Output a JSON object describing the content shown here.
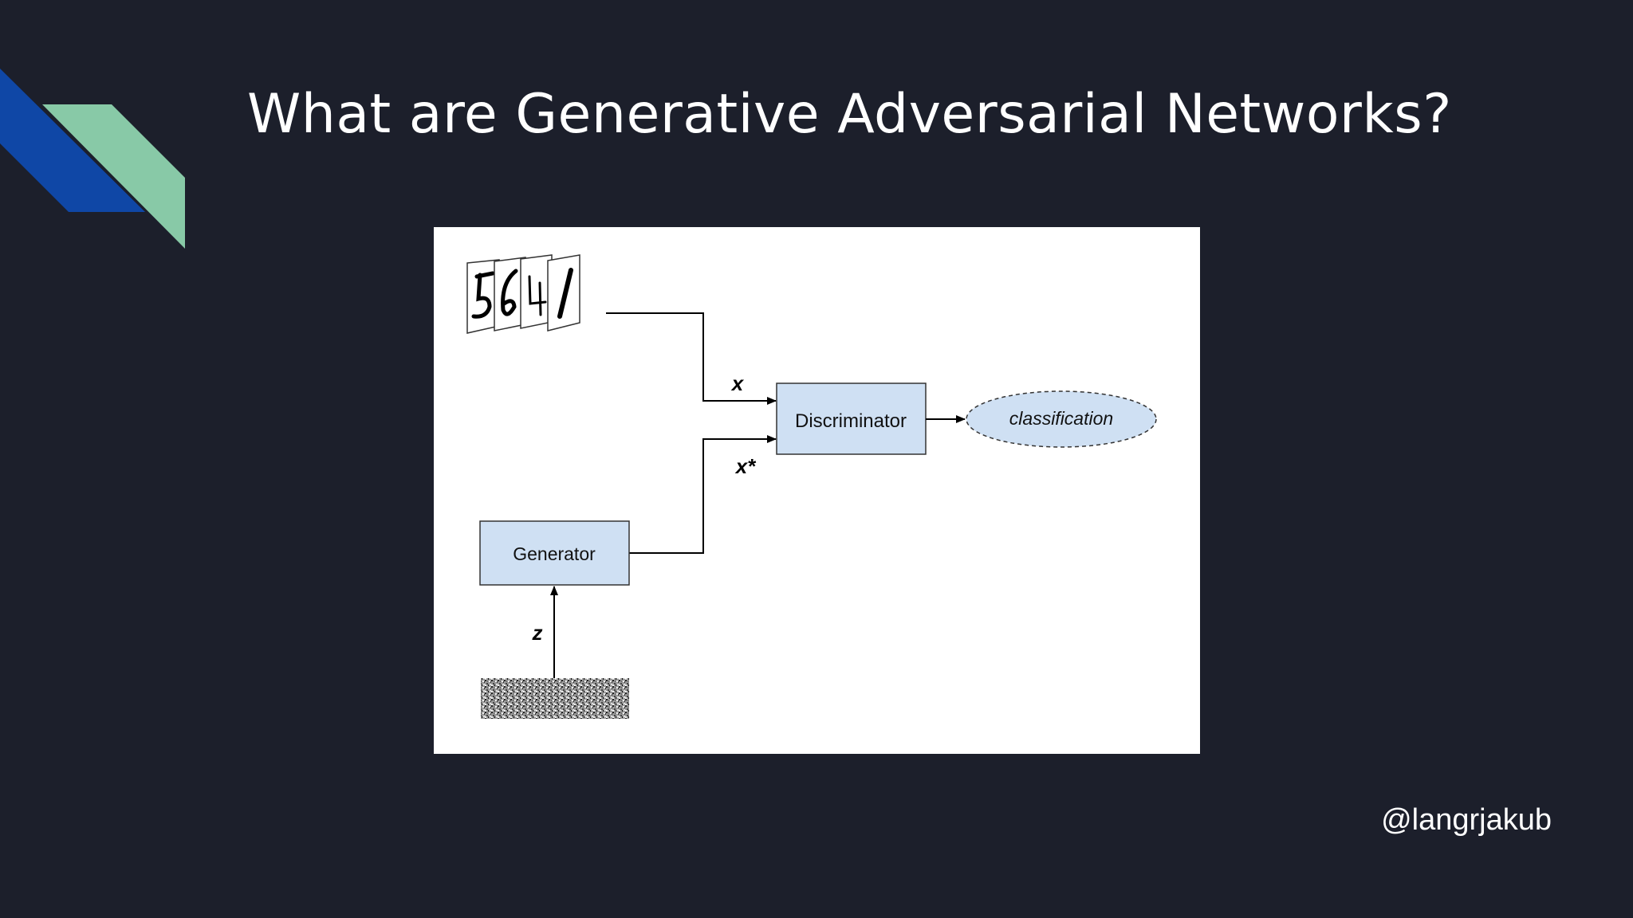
{
  "slide": {
    "title": "What are Generative Adversarial Networks?",
    "handle": "@langrjakub"
  },
  "diagram": {
    "discriminator_label": "Discriminator",
    "generator_label": "Generator",
    "classification_label": "classification",
    "real_input_label": "x",
    "fake_input_label": "x*",
    "noise_label": "z"
  },
  "colors": {
    "background": "#1c1f2b",
    "accent_blue": "#0f47a6",
    "accent_green": "#88c9a7",
    "box_fill": "#cfe0f3"
  },
  "icons": {
    "accent": "diagonal-stripes",
    "real_samples": "handwritten-digit-cards",
    "noise": "noise-patch"
  }
}
